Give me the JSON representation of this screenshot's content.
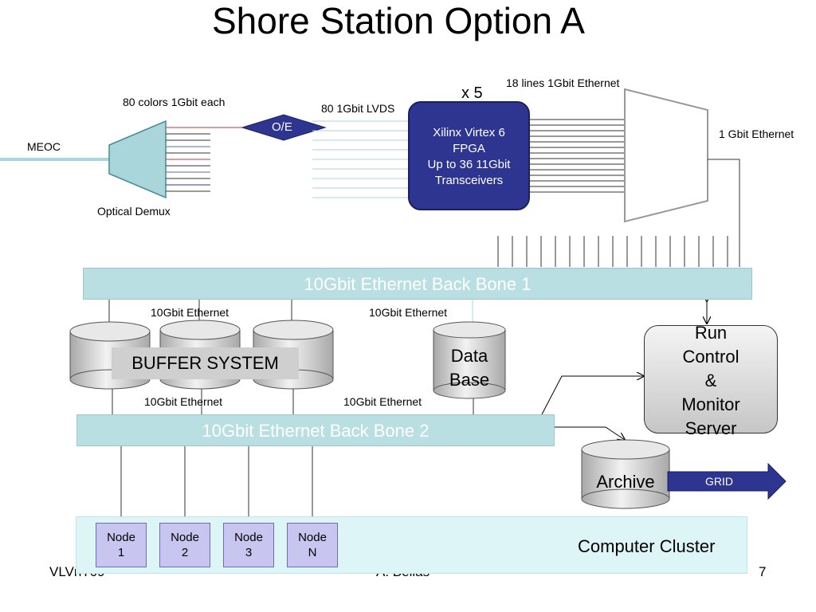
{
  "title": "Shore Station Option A",
  "labels": {
    "meoc": "MEOC",
    "colors": "80 colors 1Gbit each",
    "demux": "Optical Demux",
    "oe": "O/E",
    "lvds": "80 1Gbit LVDS",
    "x5": "x 5",
    "lines18": "18 lines 1Gbit Ethernet",
    "gbit1": "1 Gbit Ethernet",
    "eth_buf_top": "10Gbit Ethernet",
    "eth_db_top": "10Gbit Ethernet",
    "eth_buf_bottom": "10Gbit Ethernet",
    "eth_db_bottom": "10Gbit Ethernet",
    "grid": "GRID"
  },
  "fpga": {
    "line1": "Xilinx Virtex 6",
    "line2": "FPGA",
    "line3": "Up to 36 11Gbit",
    "line4": "Transceivers"
  },
  "backbones": {
    "bb1": "10Gbit Ethernet Back Bone 1",
    "bb2": "10Gbit Ethernet Back Bone 2"
  },
  "buffer_system": "BUFFER SYSTEM",
  "database": {
    "line1": "Data",
    "line2": "Base"
  },
  "run_control": {
    "line1": "Run",
    "line2": "Control",
    "line3": "&",
    "line4": "Monitor",
    "line5": "Server"
  },
  "archive": "Archive",
  "cluster": {
    "label": "Computer Cluster",
    "nodes": [
      {
        "l1": "Node",
        "l2": "1"
      },
      {
        "l1": "Node",
        "l2": "2"
      },
      {
        "l1": "Node",
        "l2": "3"
      },
      {
        "l1": "Node",
        "l2": "N"
      }
    ]
  },
  "footer": {
    "left": "VLVnT09",
    "center": "A. Belias",
    "page": "7"
  },
  "colors": {
    "fpga": "#2e3590",
    "backbone": "#b9dfe2",
    "grid_arrow": "#2e3590",
    "demux": "#a9d6da"
  }
}
